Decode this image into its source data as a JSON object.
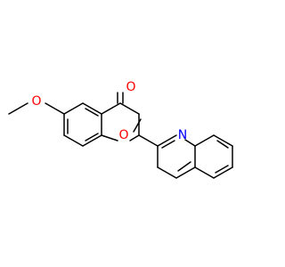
{
  "molecule": {
    "atoms": {
      "ketone_oxygen": "O",
      "methoxy_oxygen": "O",
      "ring_oxygen": "O",
      "quinoline_nitrogen": "N"
    },
    "colors": {
      "oxygen": "#ff0000",
      "nitrogen": "#0000ff",
      "bond": "#000000"
    }
  }
}
